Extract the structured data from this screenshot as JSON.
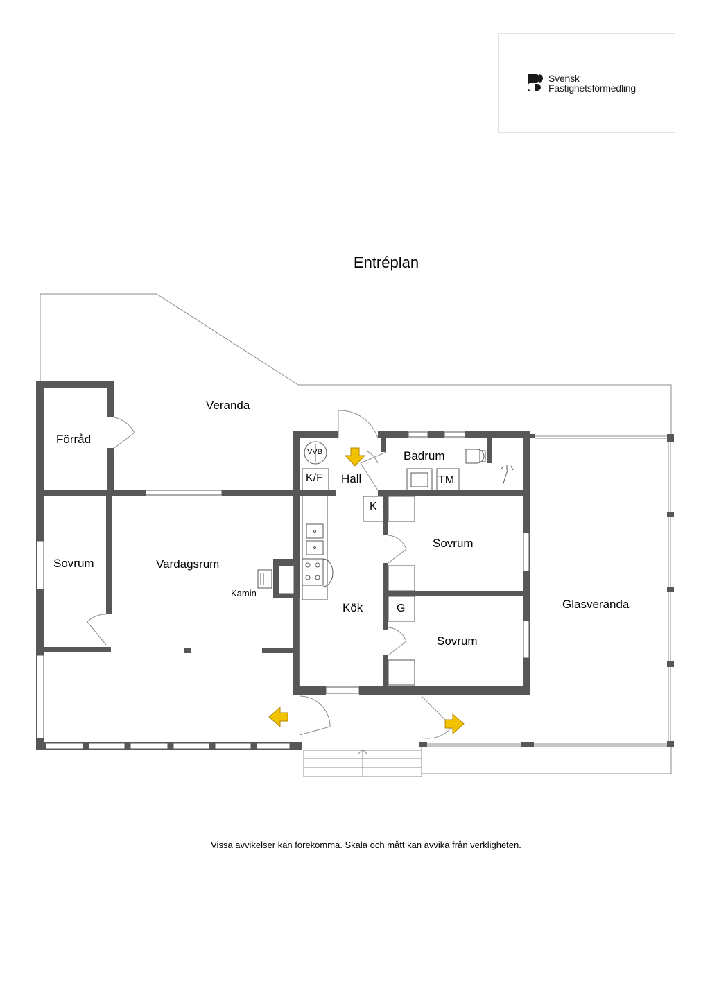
{
  "logo": {
    "line1": "Svensk",
    "line2": "Fastighetsförmedling"
  },
  "plan": {
    "title": "Entréplan",
    "rooms": {
      "veranda": "Veranda",
      "forrad": "Förråd",
      "badrum": "Badrum",
      "hall": "Hall",
      "sovrum_west": "Sovrum",
      "vardagsrum": "Vardagsrum",
      "kamin": "Kamin",
      "kok": "Kök",
      "sovrum_upper": "Sovrum",
      "sovrum_lower": "Sovrum",
      "glasveranda": "Glasveranda"
    },
    "fixtures": {
      "vvb": "VVB",
      "kf": "K/F",
      "tm": "TM",
      "k": "K",
      "g": "G"
    }
  },
  "footer": {
    "disclaimer": "Vissa avvikelser kan förekomma. Skala och mått kan avvika från verkligheten."
  },
  "colors": {
    "wall": "#575757",
    "thin_line": "#8c8c8c",
    "entrance_arrow": "#f2c200",
    "window": "#ffffff"
  },
  "icons": [
    "logo-mark-icon",
    "water-heater-icon",
    "entrance-arrow-icon",
    "toilet-icon",
    "sink-icon",
    "shower-icon",
    "stove-icon",
    "fireplace-icon",
    "stairs-icon"
  ]
}
